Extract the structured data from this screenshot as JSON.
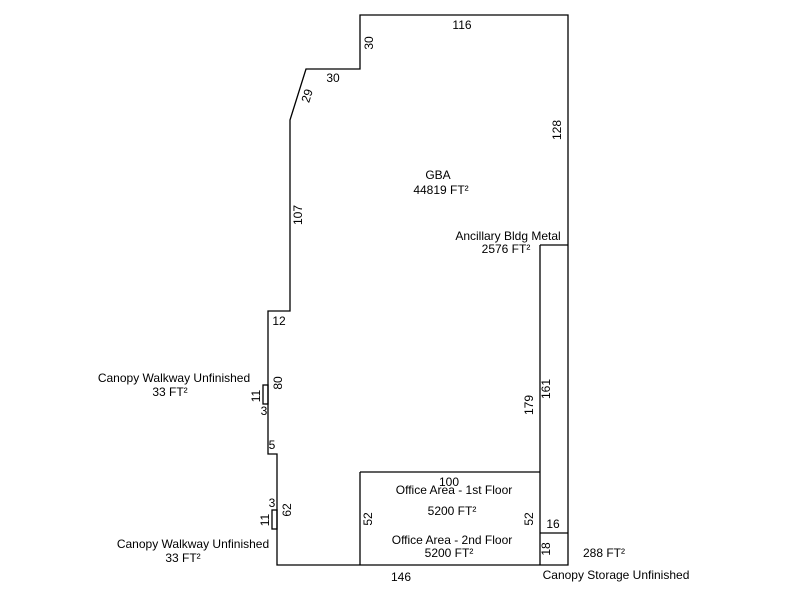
{
  "areas": {
    "gba": {
      "name": "GBA",
      "size": "44819 FT²"
    },
    "ancillary": {
      "name": "Ancillary Bldg Metal",
      "size": "2576 FT²"
    },
    "canopy_walkway_upper": {
      "name": "Canopy Walkway Unfinished",
      "size": "33 FT²"
    },
    "canopy_walkway_lower": {
      "name": "Canopy Walkway Unfinished",
      "size": "33 FT²"
    },
    "office_1st": {
      "name": "Office Area - 1st Floor",
      "size": "5200 FT²"
    },
    "office_2nd": {
      "name": "Office Area - 2nd Floor",
      "size": "5200 FT²"
    },
    "canopy_storage": {
      "name": "Canopy Storage Unfinished",
      "size": "288 FT²"
    }
  },
  "dimensions": {
    "top_116": "116",
    "step_30_vertical": "30",
    "step_30_horizontal": "30",
    "diagonal_29": "29",
    "left_107": "107",
    "jog_12": "12",
    "left_80": "80",
    "canopy_upper_11": "11",
    "canopy_upper_3": "3",
    "jog_5": "5",
    "canopy_lower_3": "3",
    "canopy_lower_11": "11",
    "left_62": "62",
    "bottom_146": "146",
    "right_128": "128",
    "ancillary_179": "179",
    "ancillary_161": "161",
    "office_100": "100",
    "office_left_52": "52",
    "office_right_52": "52",
    "storage_16": "16",
    "storage_18": "18"
  }
}
